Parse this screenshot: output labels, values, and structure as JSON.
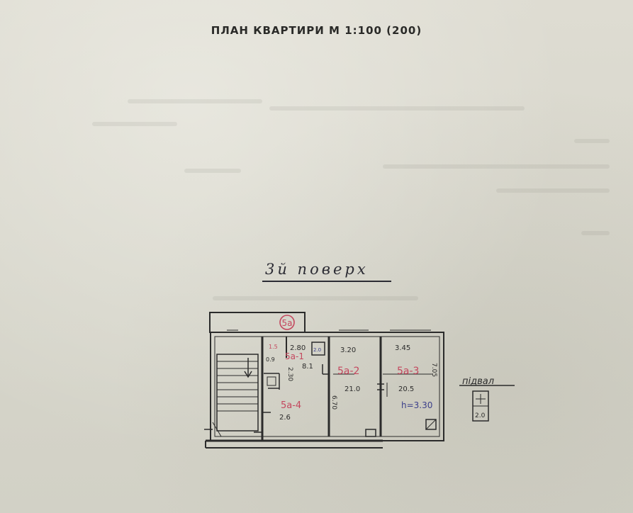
{
  "document": {
    "title": "ПЛАН КВАРТИРИ М 1:100 (200)",
    "floor_label": "3й поверх"
  },
  "plan": {
    "apartment_mark": "5а",
    "dimensions": {
      "d_280": "2.80",
      "d_320": "3.20",
      "d_345": "3.45",
      "d_230": "2.30",
      "d_670": "6.70",
      "d_705": "7.05",
      "d_15": "1.5",
      "d_09": "0.9"
    },
    "rooms": [
      {
        "id": "1",
        "label": "5а-1",
        "area": "8.1"
      },
      {
        "id": "2",
        "label": "5а-2",
        "area": "21.0"
      },
      {
        "id": "3",
        "label": "5а-3",
        "area": "20.5"
      },
      {
        "id": "4",
        "label": "5а-4",
        "area": "2.6"
      }
    ],
    "height_note": "h=3.30",
    "sink_area": "2.0"
  },
  "basement": {
    "label": "підвал",
    "area": "2.0"
  },
  "colors": {
    "ink": "#2b2b2b",
    "red_ink": "#c4475e",
    "blue_ink": "#3b3f8a",
    "paper": "#d9d8cf"
  }
}
